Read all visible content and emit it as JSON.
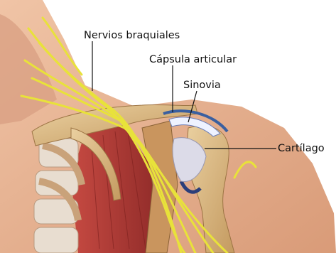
{
  "labels": {
    "nervios": "Nervios braquiales",
    "capsula": "Cápsula articular",
    "sinovia": "Sinovia",
    "cartilago": "Cartílago"
  },
  "colors": {
    "background": "#ffffff",
    "skin": "#e3ad8c",
    "muscle": "#b23a36",
    "bone": "#d6b27a",
    "nerve": "#e8e23a",
    "cartilage": "#dcdbe8",
    "leader_line": "#111111"
  }
}
